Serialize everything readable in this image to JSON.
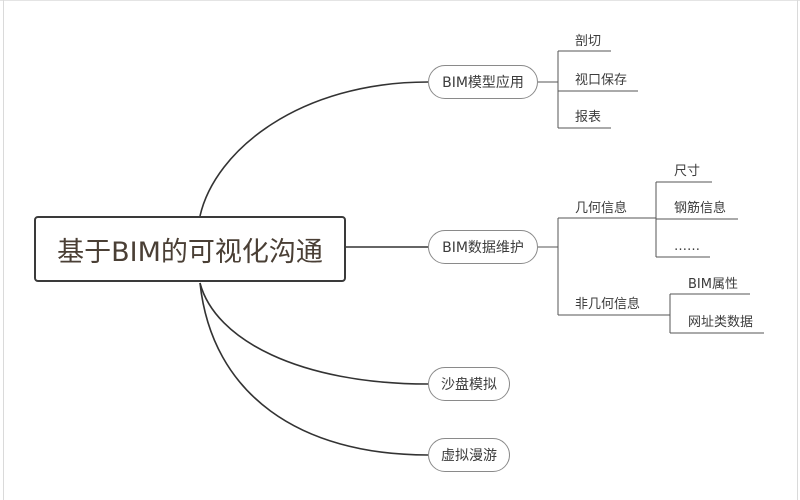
{
  "root": {
    "label": "基于BIM的可视化沟通"
  },
  "branches": [
    {
      "label": "BIM模型应用",
      "children": [
        "剖切",
        "视口保存",
        "报表"
      ]
    },
    {
      "label": "BIM数据维护",
      "groups": [
        {
          "label": "几何信息",
          "children": [
            "尺寸",
            "钢筋信息",
            "……"
          ]
        },
        {
          "label": "非几何信息",
          "children": [
            "BIM属性",
            "网址类数据"
          ]
        }
      ]
    },
    {
      "label": "沙盘模拟"
    },
    {
      "label": "虚拟漫游"
    }
  ],
  "colors": {
    "line": "#333333",
    "sub_line": "#555555",
    "root_border": "#3a3a3a",
    "topic_border": "#8a8a8a"
  }
}
